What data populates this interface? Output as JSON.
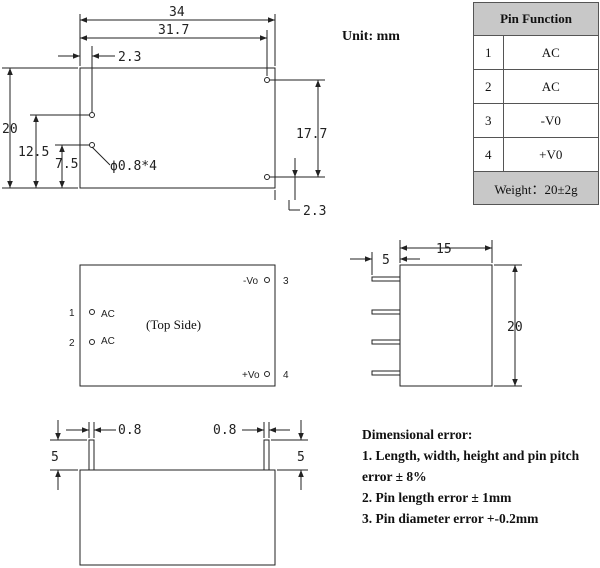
{
  "unit_label": "Unit: mm",
  "pin_table": {
    "header": "Pin Function",
    "rows": [
      {
        "pin": "1",
        "function": "AC"
      },
      {
        "pin": "2",
        "function": "AC"
      },
      {
        "pin": "3",
        "function": "-V0"
      },
      {
        "pin": "4",
        "function": "+V0"
      }
    ],
    "weight": "Weight：20±2g"
  },
  "top_view": {
    "dim_width": "34",
    "dim_pin_span": "31.7",
    "dim_left_offset": "2.3",
    "dim_right_offset": "2.3",
    "dim_height": "20",
    "dim_pin1": "12.5",
    "dim_pin2": "7.5",
    "dim_pin_pitch": "17.7",
    "hole_note": "ϕ0.8*4"
  },
  "pin_layout_view": {
    "caption": "(Top Side)",
    "pin1_num": "1",
    "pin1_label": "AC",
    "pin2_num": "2",
    "pin2_label": "AC",
    "pin3_num": "3",
    "pin3_label": "-Vo",
    "pin4_num": "4",
    "pin4_label": "+Vo"
  },
  "side_view": {
    "dim_depth": "15",
    "dim_pin_length": "5",
    "dim_height": "20"
  },
  "front_view": {
    "dim_pin_dia_left": "0.8",
    "dim_pin_dia_right": "0.8",
    "dim_pin_len_left": "5",
    "dim_pin_len_right": "5"
  },
  "dimensional_error": {
    "title": "Dimensional error:",
    "items": [
      "1. Length, width, height and pin pitch error ± 8%",
      "2. Pin length error ± 1mm",
      "3. Pin diameter error +-0.2mm"
    ]
  }
}
